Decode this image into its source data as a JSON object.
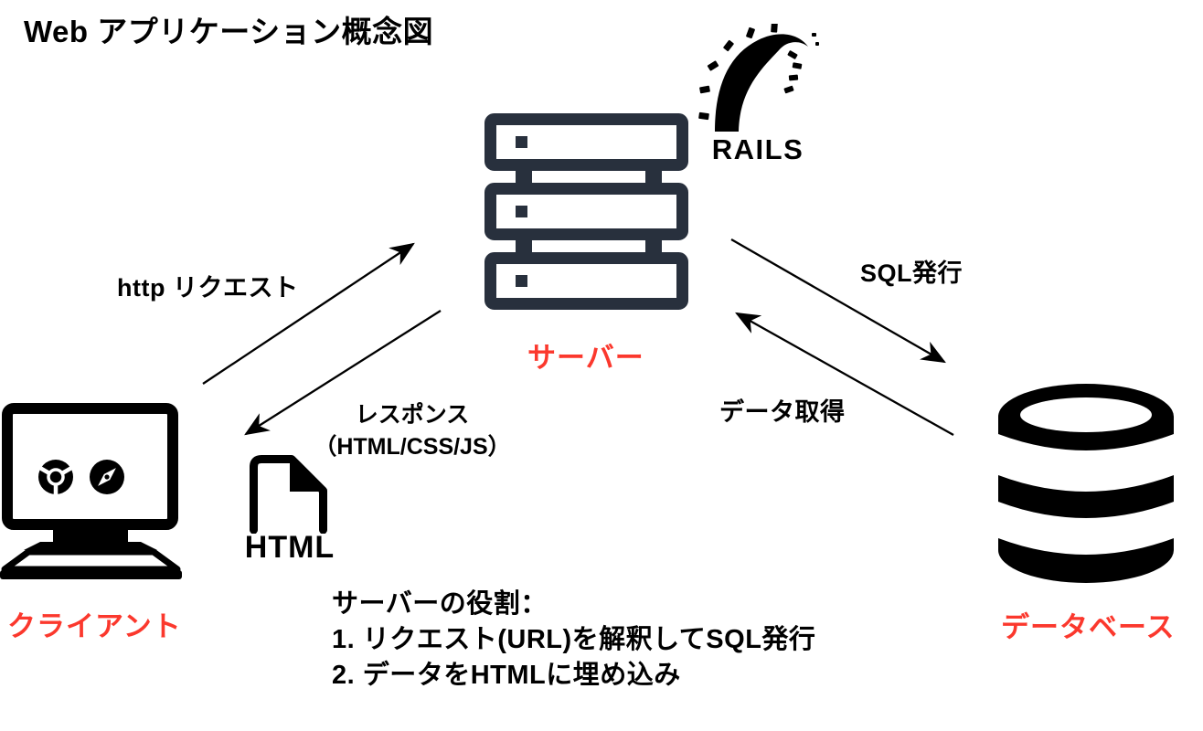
{
  "title": "Web アプリケーション概念図",
  "colors": {
    "accent_red": "#fb382d",
    "server_outline": "#28303d",
    "ink": "#000000",
    "background": "#ffffff"
  },
  "nodes": {
    "client": {
      "label": "クライアント",
      "icons": [
        "chrome-browser",
        "safari-browser"
      ]
    },
    "server": {
      "label": "サーバー"
    },
    "rails": {
      "label": "RAILS"
    },
    "html_file": {
      "label": "HTML"
    },
    "database": {
      "label": "データベース"
    }
  },
  "arrows": {
    "http_request": {
      "label": "http リクエスト",
      "from": "client",
      "to": "server"
    },
    "response": {
      "label_line1": "レスポンス",
      "label_line2": "（HTML/CSS/JS）",
      "from": "server",
      "to": "client"
    },
    "sql_issue": {
      "label": "SQL発行",
      "from": "server",
      "to": "database"
    },
    "data_fetch": {
      "label": "データ取得",
      "from": "database",
      "to": "server"
    }
  },
  "notes": {
    "heading": "サーバーの役割：",
    "items": [
      "1. リクエスト(URL)を解釈してSQL発行",
      "2. データをHTMLに埋め込み"
    ]
  }
}
